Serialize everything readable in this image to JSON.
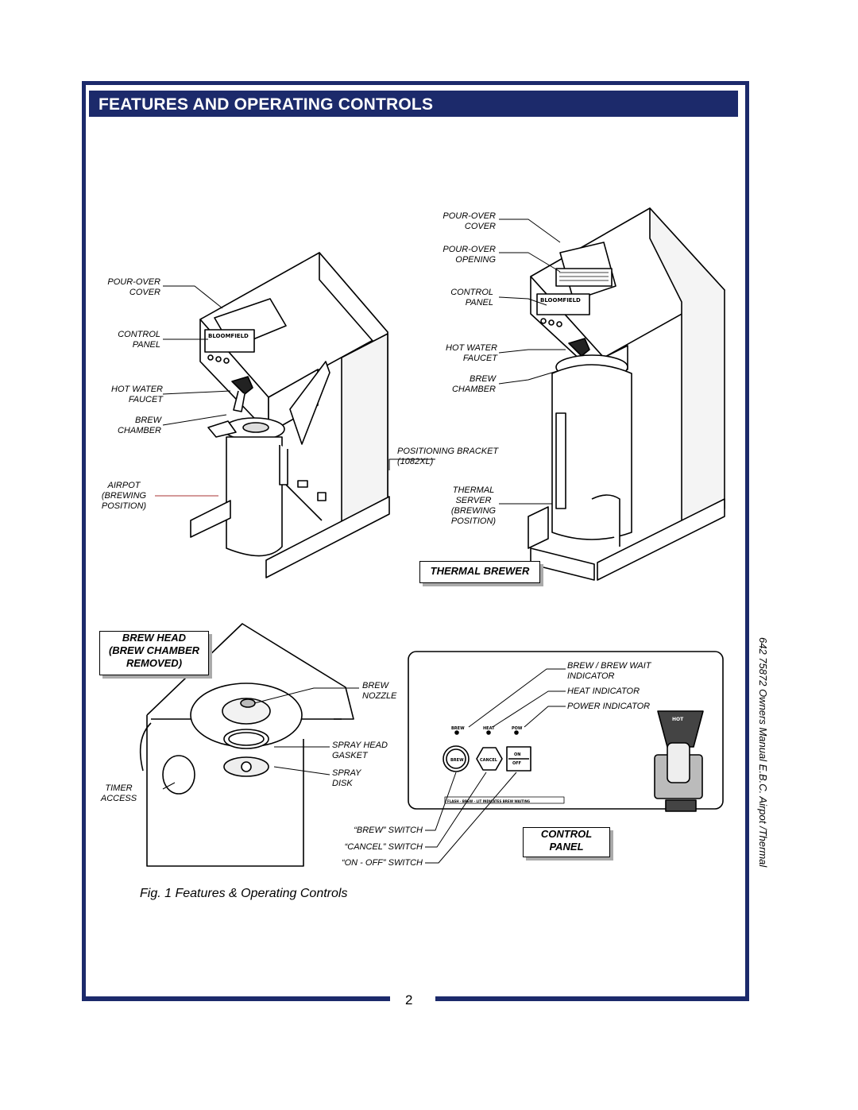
{
  "header": {
    "title": "FEATURES AND OPERATING CONTROLS"
  },
  "airpot_labels": {
    "pour_over_cover": "POUR-OVER\nCOVER",
    "control_panel": "CONTROL\nPANEL",
    "hot_water_faucet": "HOT WATER\nFAUCET",
    "brew_chamber": "BREW\nCHAMBER",
    "airpot": "AIRPOT\n(BREWING\nPOSITION)"
  },
  "thermal_labels": {
    "pour_over_cover": "POUR-OVER\nCOVER",
    "pour_over_opening": "POUR-OVER\nOPENING",
    "control_panel": "CONTROL\nPANEL",
    "hot_water_faucet": "HOT WATER\nFAUCET",
    "brew_chamber": "BREW\nCHAMBER",
    "positioning_bracket": "POSITIONING BRACKET\n(1082XL)",
    "thermal_server": "THERMAL\nSERVER\n(BREWING\nPOSITION)",
    "box_title": "THERMAL BREWER"
  },
  "brew_head_labels": {
    "box_title": "BREW HEAD\n(BREW CHAMBER\nREMOVED)",
    "brew_nozzle": "BREW\nNOZZLE",
    "spray_head_gasket": "SPRAY HEAD\nGASKET",
    "spray_disk": "SPRAY\nDISK",
    "timer_access": "TIMER\nACCESS"
  },
  "control_panel_labels": {
    "brew_wait_indicator": "BREW / BREW WAIT\nINDICATOR",
    "heat_indicator": "HEAT INDICATOR",
    "power_indicator": "POWER INDICATOR",
    "brew_switch": "“BREW” SWITCH",
    "cancel_switch": "“CANCEL” SWITCH",
    "on_off_switch": "“ON - OFF” SWITCH",
    "box_title": "CONTROL\nPANEL",
    "btn_brew": "BREW",
    "btn_cancel": "CANCEL",
    "btn_on": "ON",
    "btn_off": "OFF",
    "led_brew": "BREW",
    "led_heat": "HEAT",
    "led_power": "POW",
    "faucet_tag": "HOT",
    "strip_text": "FLASH · BREW · LIT INDICATES BREW WAITING"
  },
  "caption": "Fig. 1  Features & Operating Controls",
  "side_text": "642  75872 Owners Manual E.B.C. Airpot /Thermal",
  "page_number": "2",
  "colors": {
    "brand": "#1c2a6b"
  }
}
